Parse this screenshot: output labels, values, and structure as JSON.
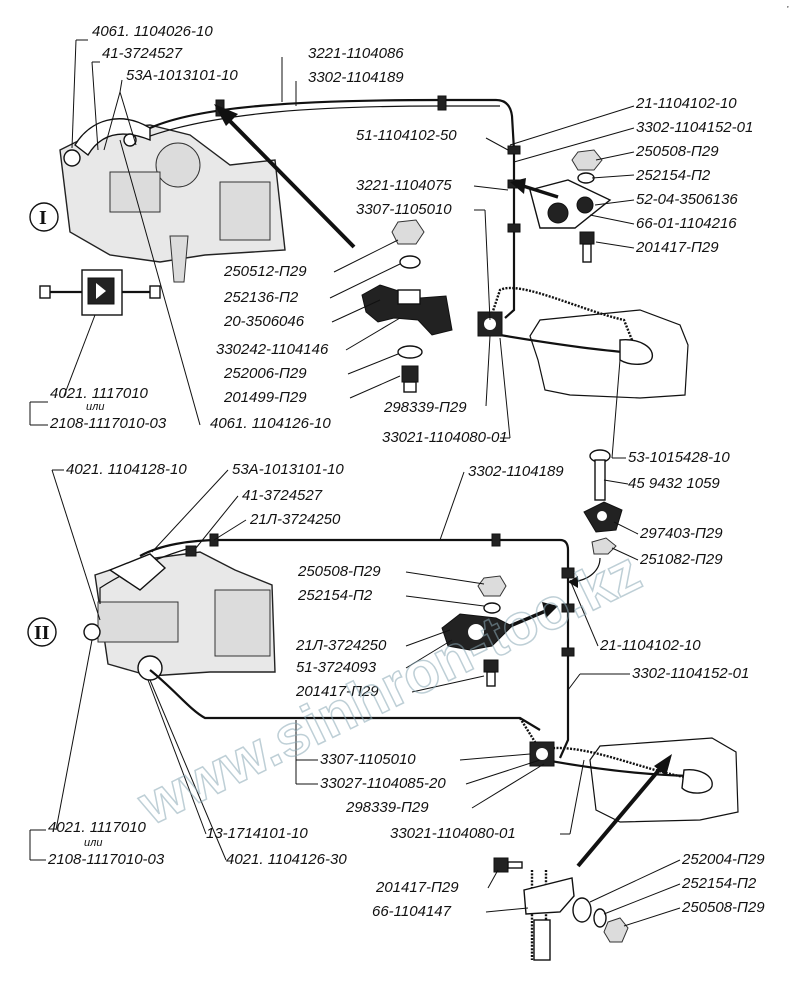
{
  "watermark": "www.sinhron-too.kz",
  "corner_mark": "·",
  "views": [
    {
      "id": "I",
      "label": "I"
    },
    {
      "id": "II",
      "label": "II"
    }
  ],
  "labels_top": [
    "4061. 1104026-10",
    "41-3724527",
    "53А-1013101-10",
    "3221-1104086",
    "3302-1104189",
    "21-1104102-10",
    "51-1104102-50",
    "3302-1104152-01",
    "250508-П29",
    "252154-П2",
    "3221-1104075",
    "52-04-3506136",
    "3307-1105010",
    "66-01-1104216",
    "201417-П29",
    "250512-П29",
    "252136-П2",
    "20-3506046",
    "330242-1104146",
    "252006-П29",
    "201499-П29",
    "298339-П29",
    "4021. 1117010",
    "или",
    "2108-1117010-03",
    "4061. 1104126-10",
    "33021-1104080-01",
    "53-1015428-10",
    "45 9432 1059"
  ],
  "labels_bottom": [
    "4021. 1104128-10",
    "53А-1013101-10",
    "41-3724527",
    "21Л-3724250",
    "3302-1104189",
    "297403-П29",
    "251082-П29",
    "250508-П29",
    "252154-П2",
    "21Л-3724250",
    "21-1104102-10",
    "51-3724093",
    "3302-1104152-01",
    "201417-П29",
    "3307-1105010",
    "33027-1104085-20",
    "298339-П29",
    "4021. 1117010",
    "или",
    "13-1714101-10",
    "33021-1104080-01",
    "2108-1117010-03",
    "4021. 1104126-30",
    "252004-П29",
    "201417-П29",
    "252154-П2",
    "66-1104147",
    "250508-П29"
  ]
}
